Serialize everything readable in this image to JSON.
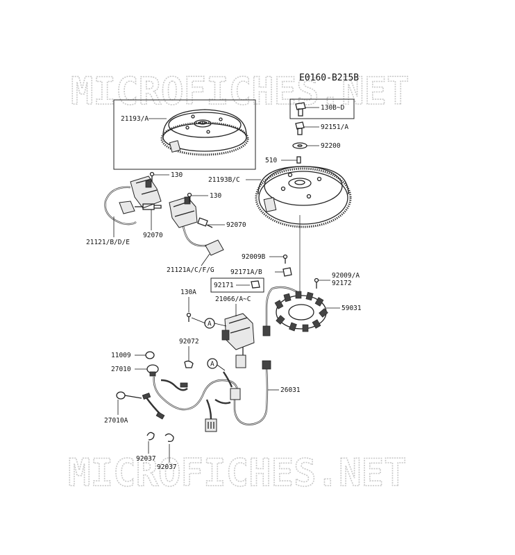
{
  "diagram_code": "E0160-B215B",
  "watermark": {
    "text": "MICROFICHES.NET"
  },
  "callout": {
    "marker": "A"
  },
  "labels": {
    "flywheel_a": "21193/A",
    "flywheel_bc": "21193B/C",
    "bolt_130b": "130B~D",
    "bolt_92151": "92151/A",
    "washer_92200": "92200",
    "key_510": "510",
    "screw_130_upper": "130",
    "screw_130_lower": "130",
    "coil_bde": "21121/B/D/E",
    "plug_92070_left": "92070",
    "plug_92070_right": "92070",
    "coil_acfg": "21121A/C/F/G",
    "bolt_92009b": "92009B",
    "clamp_92171ab": "92171A/B",
    "clamp_92171": "92171",
    "bolt_92009a": "92009/A",
    "bolt_92172": "92172",
    "screw_130a": "130A",
    "regulator_21066": "21066/A~C",
    "stator_59031": "59031",
    "oring_11009": "11009",
    "clip_92072": "92072",
    "switch_27010": "27010",
    "harness_26031": "26031",
    "switch_27010a": "27010A",
    "clip_92037_left": "92037",
    "clip_92037_right": "92037"
  }
}
